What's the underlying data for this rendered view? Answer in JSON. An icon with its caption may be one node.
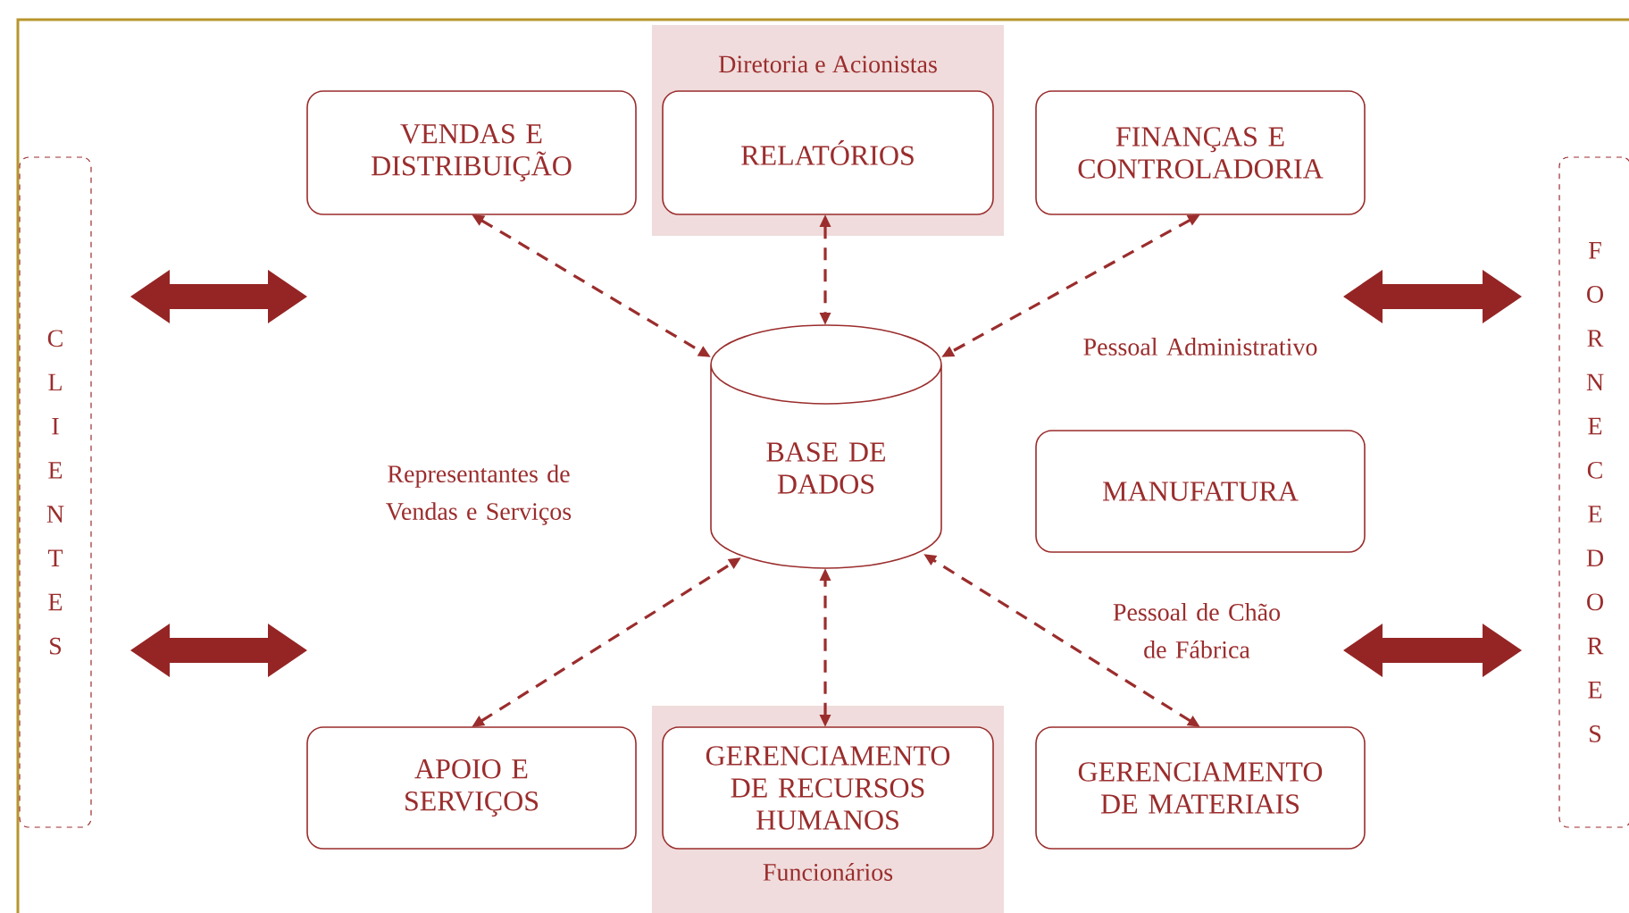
{
  "diagram": {
    "nodes": [
      {
        "text": [
          "VENDAS E DISTRIBUIÇÃO"
        ]
      },
      {
        "text": [
          "Diretoria e Acionistas"
        ]
      },
      {
        "text": [
          "RELATÓRIOS"
        ],
        "in": 1
      },
      {
        "text": [
          "FINANÇAS E CONTROLADORIA"
        ]
      },
      {
        "text": [
          "C L I E N T E S"
        ]
      },
      {
        "text": [
          "F O R N E C E D O R E S"
        ]
      },
      {
        "text": [
          "BASE DE DADOS"
        ]
      },
      {
        "text": [
          "MANUFATURA"
        ]
      },
      {
        "text": [
          "APOIO E SERVIÇOS"
        ]
      },
      {
        "text": [
          "Funcionários"
        ]
      },
      {
        "text": [
          "GERENCIAMENTO DE RECURSOS HUMANOS"
        ],
        "in": 9
      },
      {
        "text": [
          "GERENCIAMENTO DE MATERIAIS"
        ]
      }
    ],
    "edges": [
      {
        "from": 0,
        "to": 6,
        "arrow": "both"
      },
      {
        "from": 2,
        "to": 6,
        "arrow": "both"
      },
      {
        "from": 3,
        "to": 6,
        "arrow": "both"
      },
      {
        "from": 8,
        "to": 6,
        "arrow": "both"
      },
      {
        "from": 10,
        "to": 6,
        "arrow": "both"
      },
      {
        "from": 11,
        "to": 6,
        "arrow": "both"
      }
    ],
    "labels": [
      "Pessoal Administrativo",
      "Representantes de Vendas e Serviços",
      "Pessoal de Chão de Fábrica"
    ]
  }
}
